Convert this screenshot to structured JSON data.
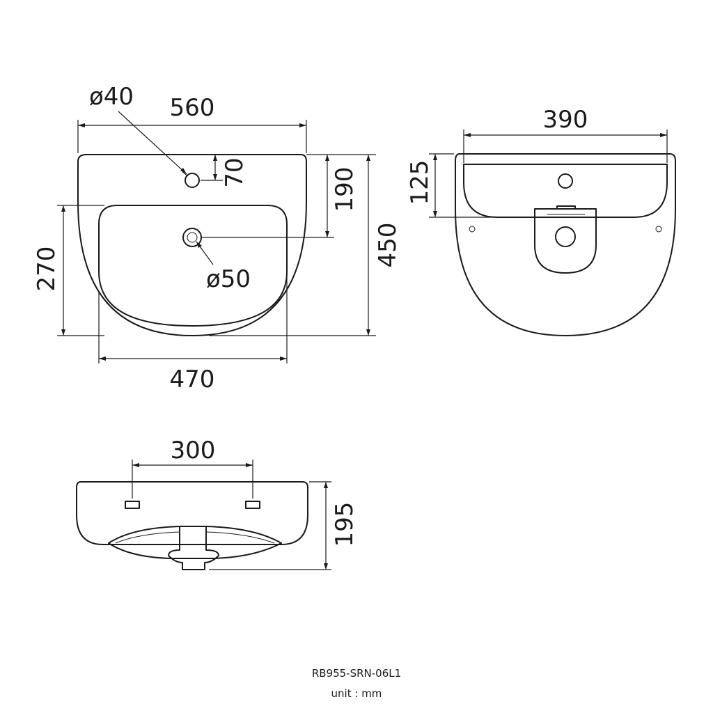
{
  "drawing": {
    "model": "RB955-SRN-06L1",
    "unit_label": "unit : mm"
  },
  "dimensions": {
    "front_width": "560",
    "tap_hole": "ø40",
    "tap_offset": "70",
    "tap_to_drain": "190",
    "total_depth": "450",
    "bowl_depth": "270",
    "drain": "ø50",
    "bowl_width": "470",
    "rear_width": "390",
    "rear_height": "125",
    "side_mount": "300",
    "side_height": "195"
  }
}
